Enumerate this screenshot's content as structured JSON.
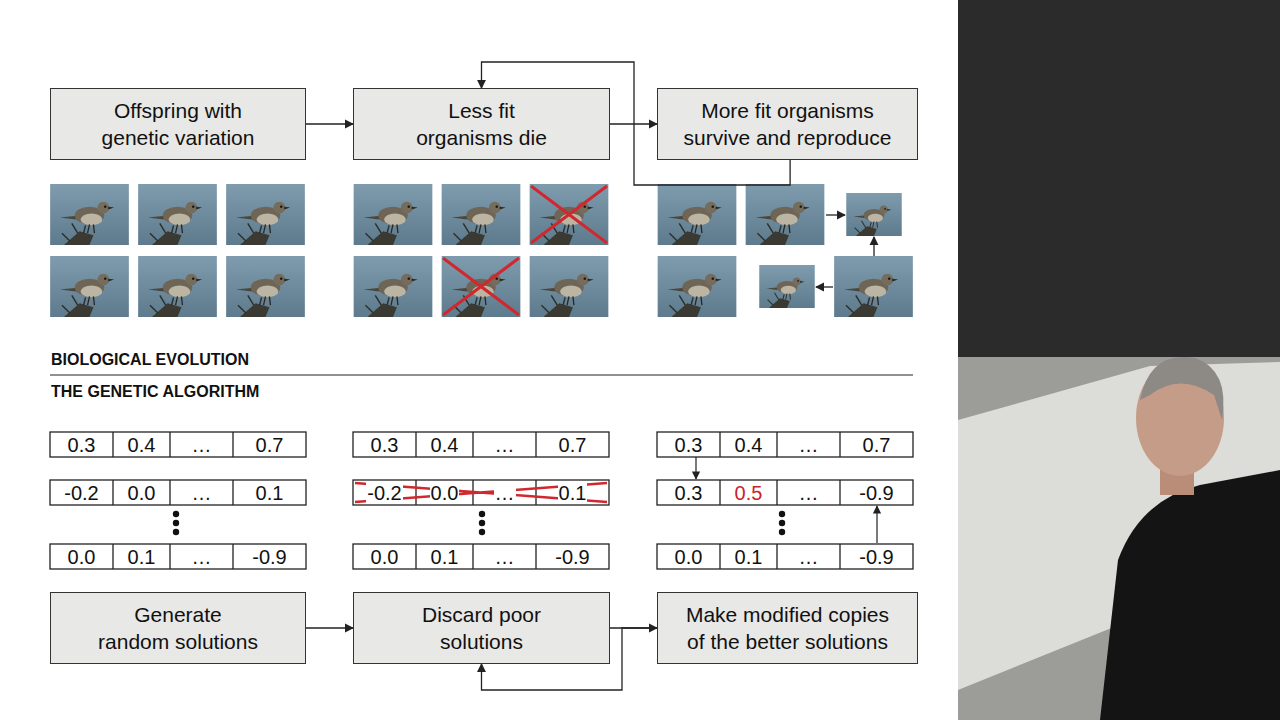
{
  "diagram": {
    "nodes": [
      {
        "text": [
          "Offspring with genetic variation"
        ]
      },
      {
        "text": [
          "Less fit organisms die"
        ]
      },
      {
        "text": [
          "More fit organisms survive and reproduce"
        ]
      },
      {
        "text": [
          "Generate random solutions"
        ]
      },
      {
        "text": [
          "Discard poor solutions"
        ]
      },
      {
        "text": [
          "Make modified copies of the better solutions"
        ]
      }
    ],
    "edges": [
      {
        "from": 0,
        "to": 1,
        "arrow": "to"
      },
      {
        "from": 1,
        "to": 2,
        "arrow": "to"
      },
      {
        "from": 2,
        "to": 1,
        "arrow": "to"
      },
      {
        "from": 3,
        "to": 4,
        "arrow": "to"
      },
      {
        "from": 4,
        "to": 5,
        "arrow": "to"
      },
      {
        "from": 5,
        "to": 4,
        "arrow": "to"
      }
    ],
    "labels": [
      "BIOLOGICAL EVOLUTION",
      "THE GENETIC ALGORITHM",
      "0.3",
      "0.4",
      "…",
      "0.7",
      "-0.2",
      "0.0",
      "…",
      "0.1",
      "0.0",
      "0.1",
      "…",
      "-0.9",
      "0.3",
      "0.4",
      "…",
      "0.7",
      "-0.2",
      "0.0",
      "…",
      "0.1",
      "0.0",
      "0.1",
      "…",
      "-0.9",
      "0.3",
      "0.4",
      "…",
      "0.7",
      "0.3",
      "0.5",
      "…",
      "-0.9",
      "0.0",
      "0.1",
      "…",
      "-0.9"
    ]
  }
}
